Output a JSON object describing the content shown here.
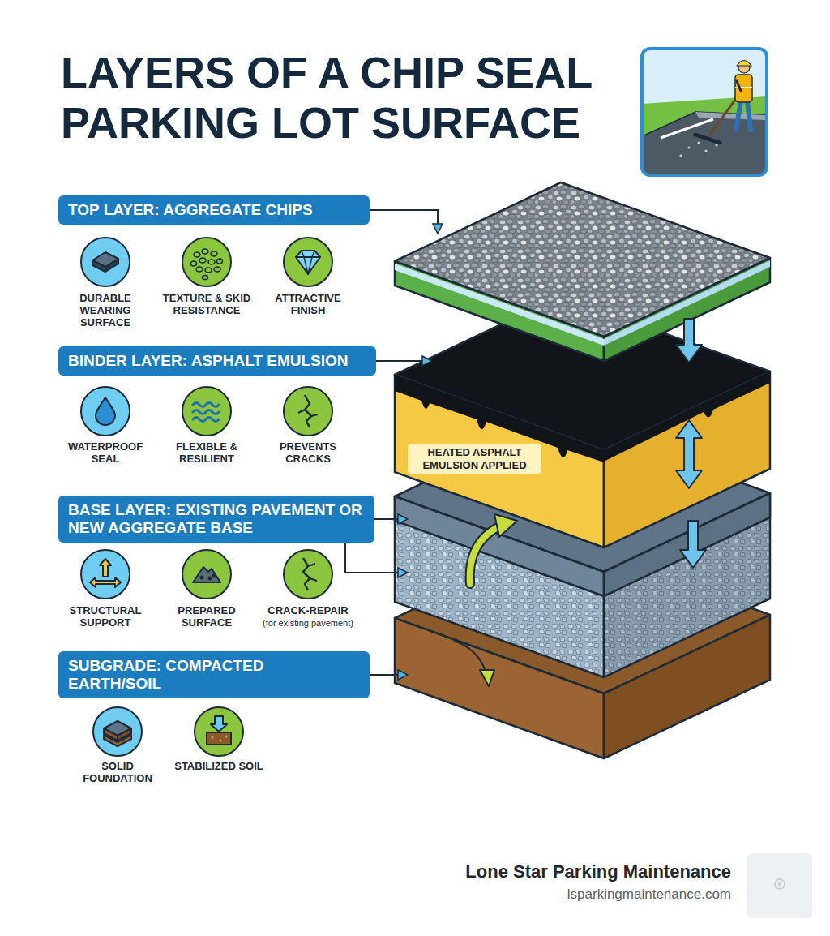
{
  "diagram": {
    "title": "LAYERS OF A CHIP SEAL PARKING LOT SURFACE",
    "nodes": [
      {
        "text": [
          "TOP LAYER: AGGREGATE CHIPS"
        ]
      },
      {
        "text": [
          "BINDER LAYER: ASPHALT EMULSION"
        ]
      },
      {
        "text": [
          "HEATED ASPHALT EMULSION APPLIED"
        ]
      },
      {
        "text": [
          "BASE LAYER: EXISTING PAVEMENT OR NEW AGGREGATE BASE"
        ]
      },
      {
        "text": [
          "SUBGRADE: COMPACTED EARTH/SOIL"
        ]
      }
    ],
    "labels": [
      "DURABLE WEARING SURFACE",
      "TEXTURE & SKID RESISTANCE",
      "ATTRACTIVE FINISH",
      "WATERPROOF SEAL",
      "FLEXIBLE & RESILIENT",
      "PREVENTS CRACKS",
      "STRUCTURAL SUPPORT",
      "PREPARED SURFACE",
      "CRACK-REPAIR",
      "(for existing pavement)",
      "SOLID FOUNDATION",
      "STABILIZED SOIL",
      "Lone Star Parking Maintenance",
      "lsparkingmaintenance.com"
    ]
  }
}
